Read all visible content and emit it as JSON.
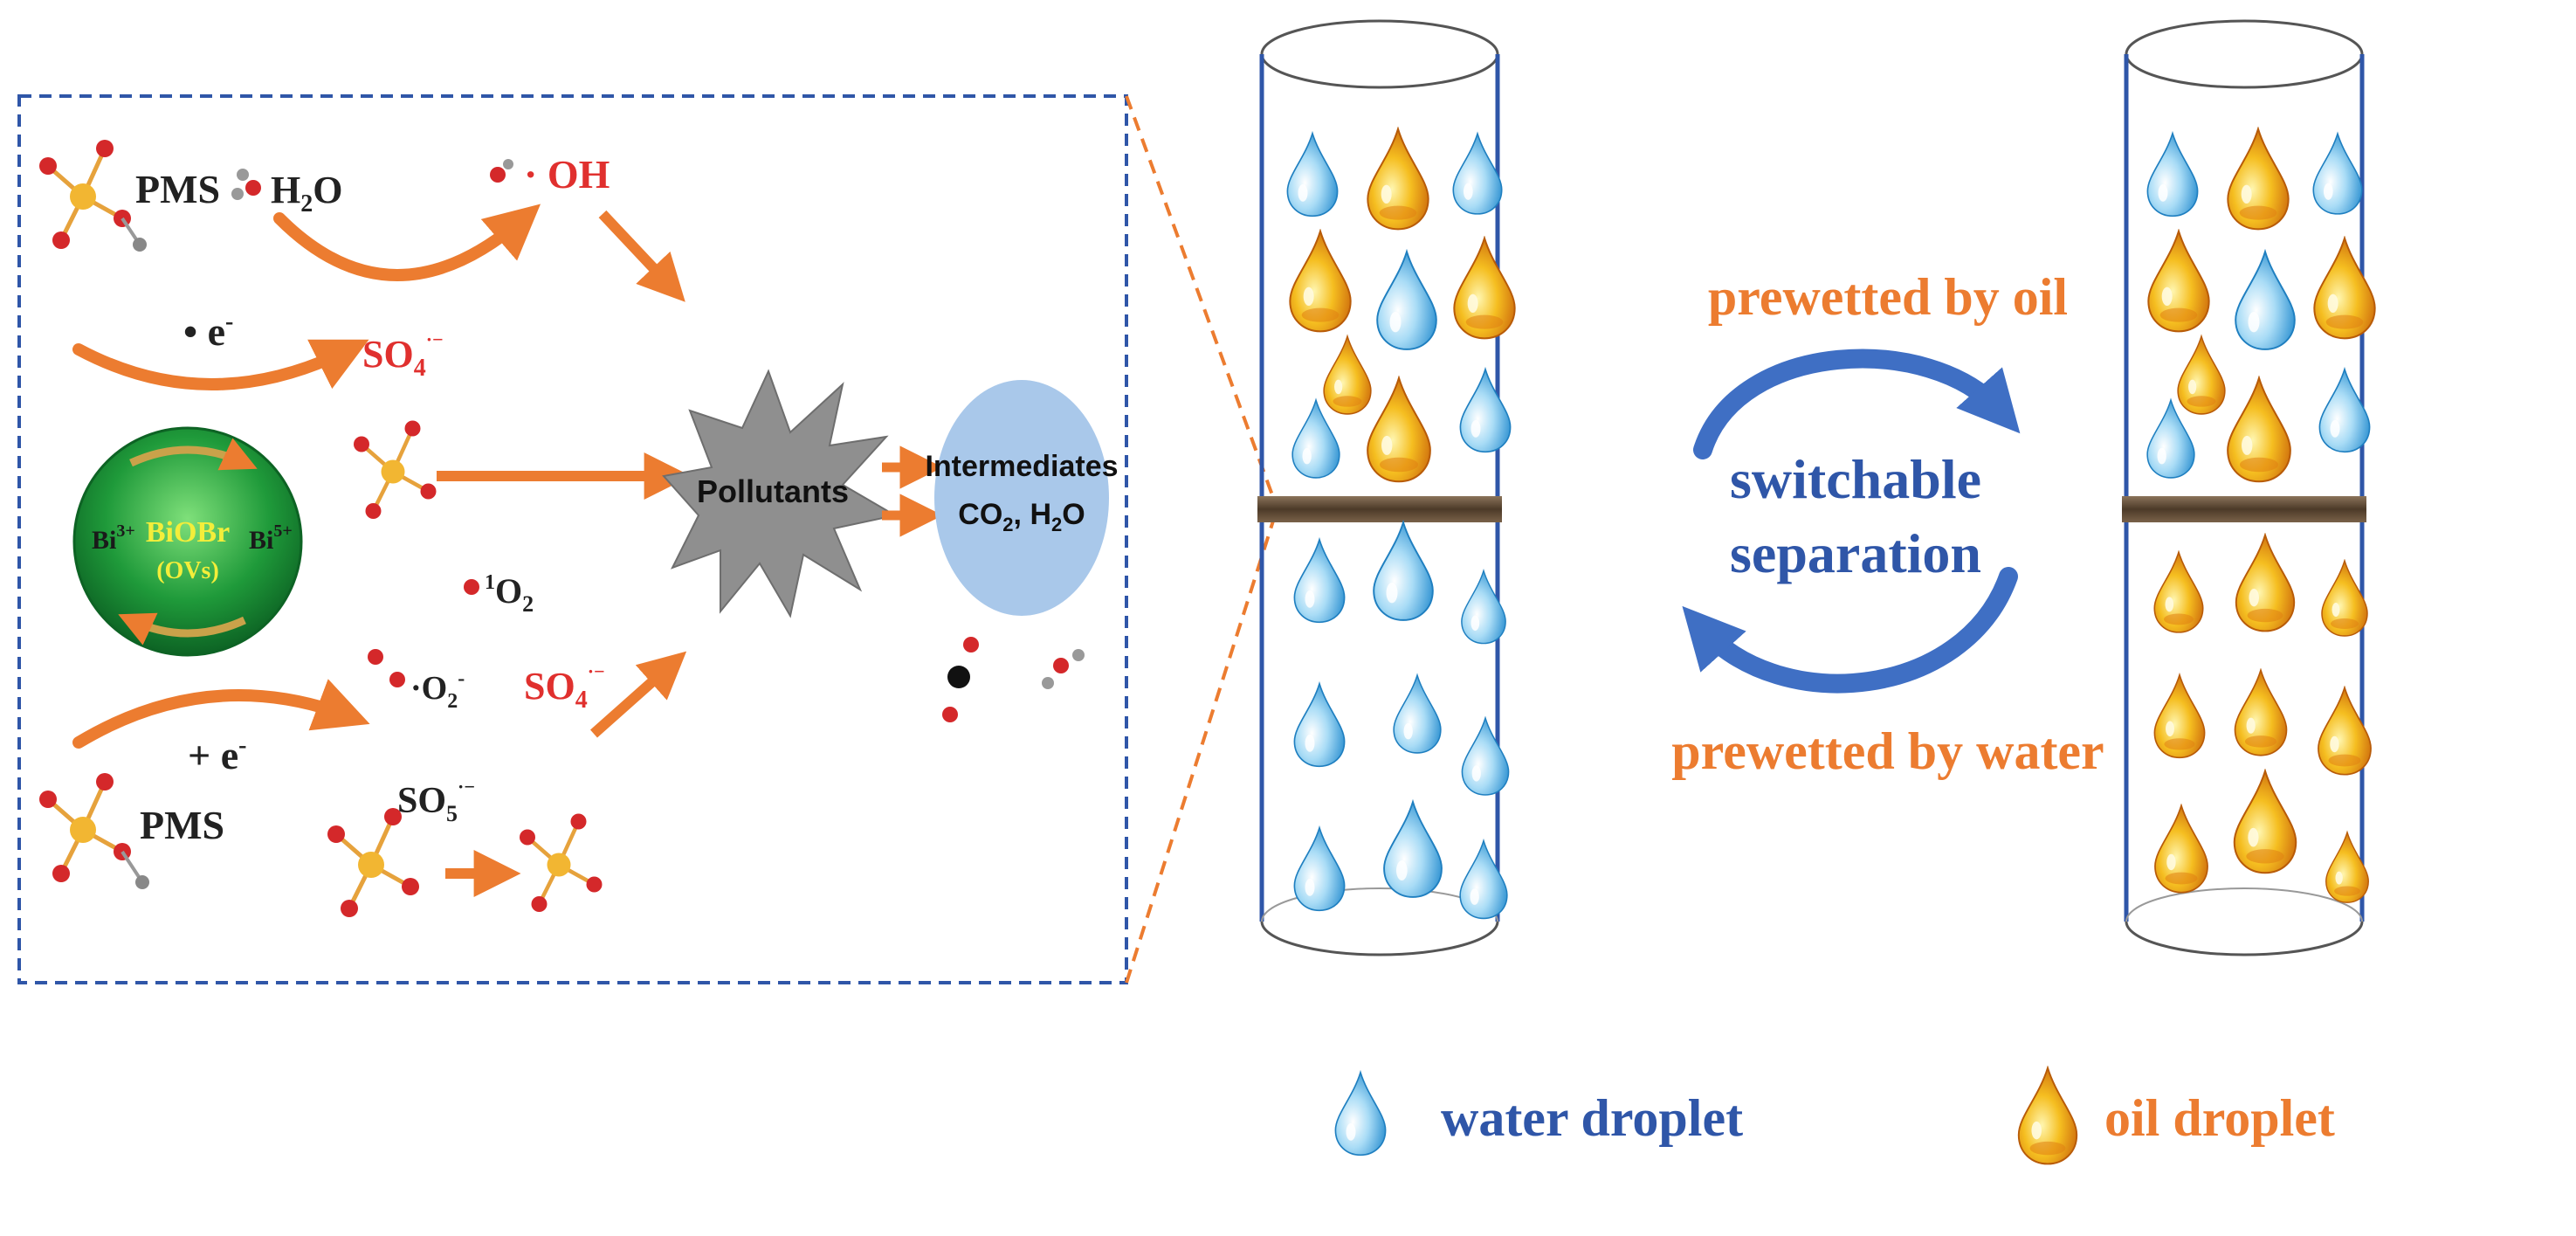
{
  "mechanism": {
    "pms_top": "PMS",
    "h2o_top": "H",
    "h2o_top_sub": "2",
    "h2o_top_end": "O",
    "oh_radical": "· OH",
    "electron_loss": "• e",
    "electron_loss_sup": "-",
    "so4_upper": "SO",
    "so4_upper_sub": "4",
    "so4_upper_sup": "·−",
    "catalyst_name": "BiOBr",
    "catalyst_ovs": "(OVs)",
    "bi3_left": "Bi",
    "bi3_left_sup": "3+",
    "bi5_right": "Bi",
    "bi5_right_sup": "5+",
    "singlet_oxygen_sup": "1",
    "singlet_oxygen": "O",
    "singlet_oxygen_sub": "2",
    "superoxide": "·O",
    "superoxide_sub": "2",
    "superoxide_sup": "-",
    "electron_gain": "+ e",
    "electron_gain_sup": "-",
    "pms_bottom": "PMS",
    "so5": "SO",
    "so5_sub": "5",
    "so5_sup": "·−",
    "so4_lower": "SO",
    "so4_lower_sub": "4",
    "so4_lower_sup": "·−",
    "pollutants": "Pollutants",
    "products_line1": "Intermediates",
    "products_line2": "CO",
    "products_line2_sub": "2",
    "products_line2_end": ", H",
    "products_line2_sub2": "2",
    "products_line2_tail": "O"
  },
  "separation": {
    "prewetted_oil": "prewetted by oil",
    "switch_line1": "switchable",
    "switch_line2": "separation",
    "prewetted_water": "prewetted by water"
  },
  "legend": {
    "water_label": "water droplet",
    "oil_label": "oil droplet"
  },
  "colors": {
    "frame_blue": "#2f56a8",
    "arrow_orange": "#ec7c30",
    "radical_red": "#e0302e",
    "catalyst_green": "#1f9a3a",
    "products_blue": "#a9c8ea",
    "membrane_brown": "#5a4632"
  }
}
